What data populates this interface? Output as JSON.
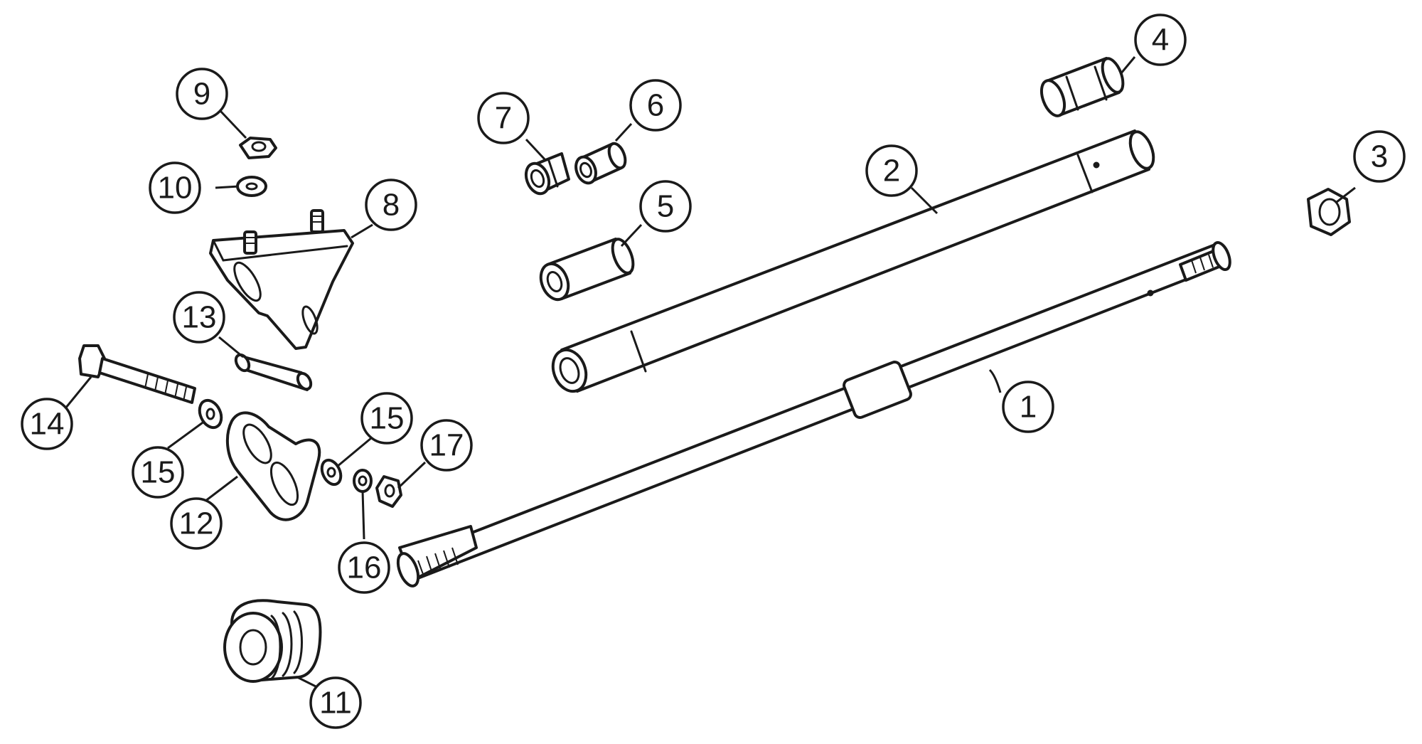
{
  "diagram": {
    "colors": {
      "line": "#1a1a1a",
      "background": "#ffffff"
    },
    "callouts": [
      "1",
      "2",
      "3",
      "4",
      "5",
      "6",
      "7",
      "8",
      "9",
      "10",
      "11",
      "12",
      "13",
      "14",
      "15",
      "15",
      "16",
      "17"
    ]
  }
}
